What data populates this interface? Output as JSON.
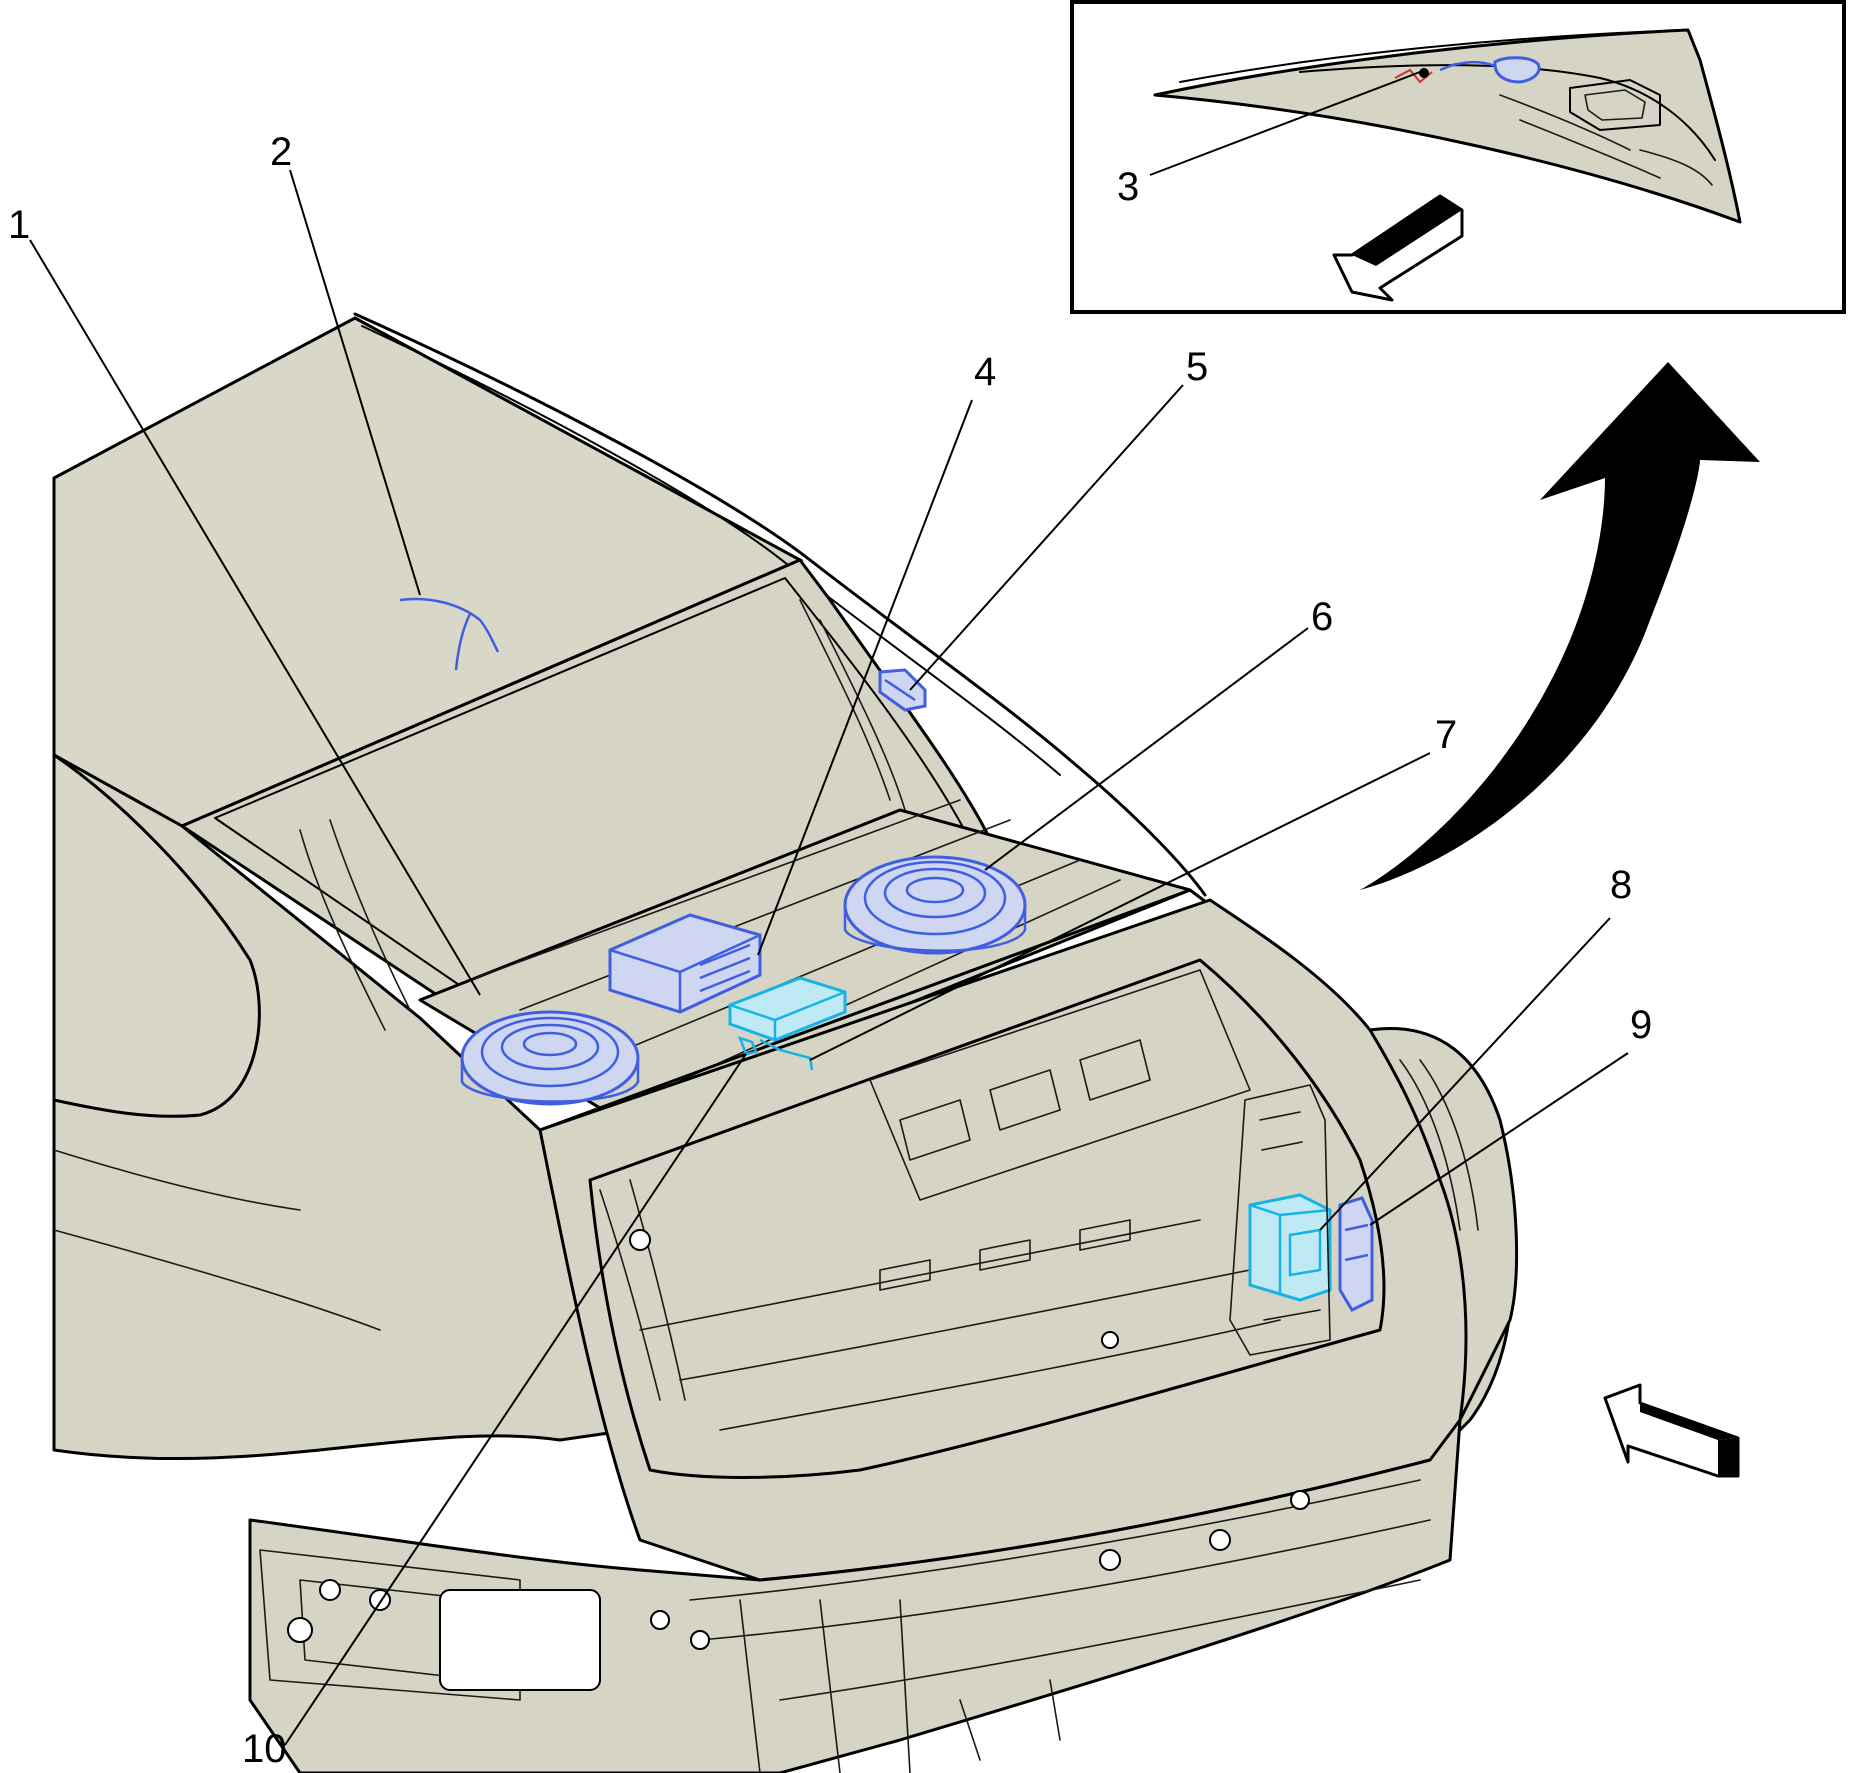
{
  "callouts": [
    {
      "id": "1",
      "label": "1"
    },
    {
      "id": "2",
      "label": "2"
    },
    {
      "id": "3",
      "label": "3"
    },
    {
      "id": "4",
      "label": "4"
    },
    {
      "id": "5",
      "label": "5"
    },
    {
      "id": "6",
      "label": "6"
    },
    {
      "id": "7",
      "label": "7"
    },
    {
      "id": "8",
      "label": "8"
    },
    {
      "id": "9",
      "label": "9"
    },
    {
      "id": "10",
      "label": "10"
    }
  ],
  "colors": {
    "body": "#d6d4c4",
    "component_blue": "#3f5fe0",
    "component_cyan": "#16b4e6",
    "outline": "#000000"
  },
  "icons": {
    "detail_arrow": "curved-arrow-icon",
    "view_direction_main": "view-direction-arrow-icon",
    "view_direction_inset": "view-direction-arrow-icon"
  }
}
